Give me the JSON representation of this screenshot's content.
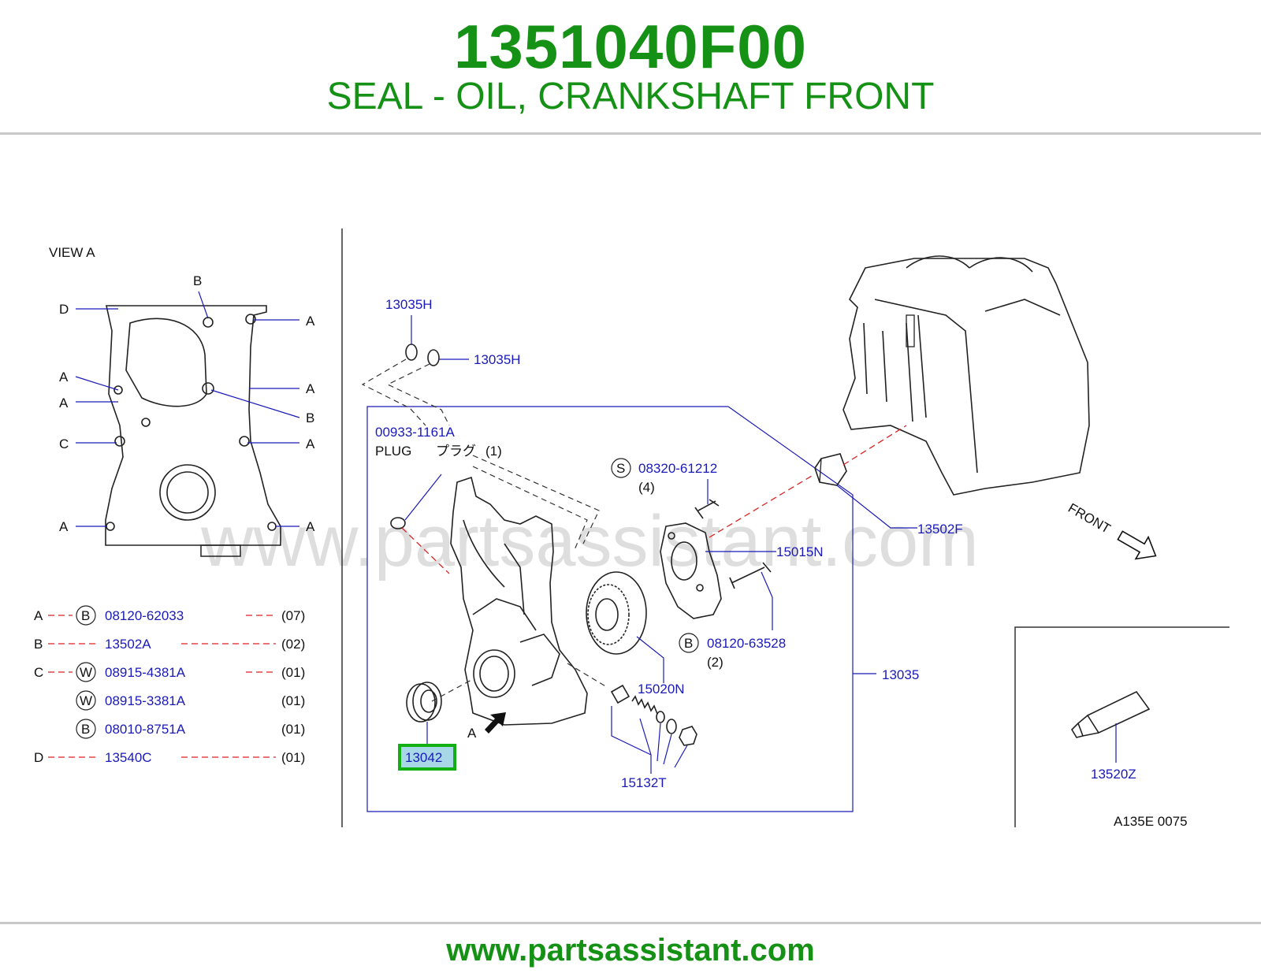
{
  "header": {
    "part_number": "1351040F00",
    "description": "SEAL - OIL, CRANKSHAFT FRONT"
  },
  "footer": {
    "url": "www.partsassistant.com"
  },
  "watermark": "www.partsassistant.com",
  "view_a": {
    "title": "VIEW   A",
    "letters": [
      "B",
      "D",
      "A",
      "A",
      "A",
      "A",
      "B",
      "C",
      "A",
      "A",
      "A"
    ]
  },
  "legend": [
    {
      "key": "A",
      "badge": "B",
      "part": "08120-62033",
      "qty": "(07)"
    },
    {
      "key": "B",
      "badge": "",
      "part": "13502A",
      "qty": "(02)"
    },
    {
      "key": "C",
      "badge": "W",
      "part": "08915-4381A",
      "qty": "(01)"
    },
    {
      "key": "",
      "badge": "W",
      "part": "08915-3381A",
      "qty": "(01)"
    },
    {
      "key": "",
      "badge": "B",
      "part": "08010-8751A",
      "qty": "(01)"
    },
    {
      "key": "D",
      "badge": "",
      "part": "13540C",
      "qty": "(01)"
    }
  ],
  "callouts": {
    "p13035H_a": "13035H",
    "p13035H_b": "13035H",
    "p00933": "00933-1161A",
    "plug_en": "PLUG",
    "plug_jp": "プラグ",
    "plug_qty": "(1)",
    "badge_s": "S",
    "p08320": "08320-61212",
    "p08320_qty": "(4)",
    "p15015N": "15015N",
    "p13502F": "13502F",
    "badge_b": "B",
    "p08120_63528": "08120-63528",
    "p08120_qty": "(2)",
    "p15020N": "15020N",
    "p13035": "13035",
    "p13042": "13042",
    "view_a_marker": "A",
    "p15132T": "15132T",
    "p13520Z": "13520Z",
    "front": "FRONT",
    "diagram_code": "A135E   0075"
  },
  "colors": {
    "header_green": "#159115",
    "callout_blue": "#1a1ab8",
    "highlight_green": "#12b012",
    "highlight_fill": "#a8d8e8",
    "leader_red": "#dd2222"
  }
}
